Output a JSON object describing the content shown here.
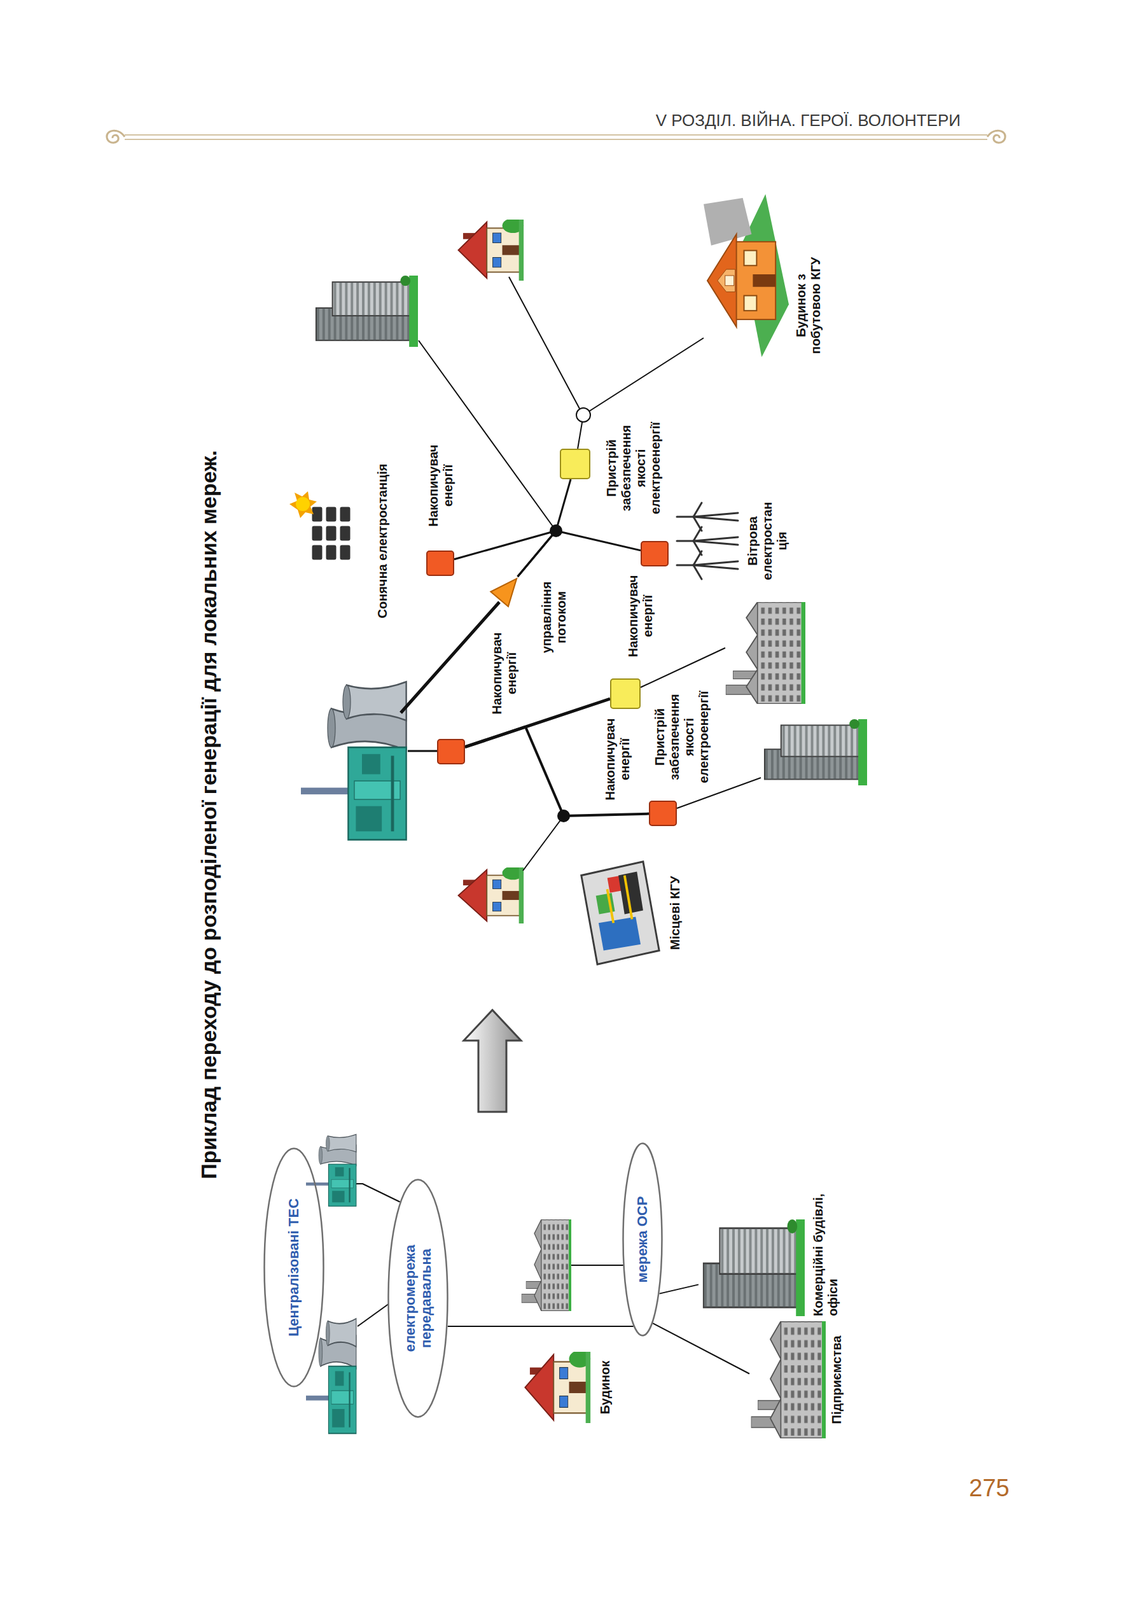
{
  "diagram": {
    "title": "Приклад переходу до розподіленої генерації для локальних мереж.",
    "nodes": [
      {
        "text": [
          "Централізовані ТЕС"
        ]
      },
      {
        "text": [
          "електромережа передавальна"
        ]
      },
      {
        "text": [
          "мережа ОСР"
        ]
      },
      {
        "text": [
          "Будинок"
        ]
      },
      {
        "text": [
          "Комерційні будівлі, офіси"
        ]
      },
      {
        "text": [
          "Підприємства"
        ]
      },
      {
        "text": [
          "Місцеві КГУ"
        ]
      },
      {
        "text": [
          "Накопичувач енергії"
        ]
      },
      {
        "text": [
          "Накопичувач енергії"
        ]
      },
      {
        "text": [
          "Пристрій забезпечення якості електроенергії"
        ]
      },
      {
        "text": [
          "управління потоком"
        ]
      },
      {
        "text": [
          "Сонячна електростанція"
        ]
      },
      {
        "text": [
          "Накопичувач енергії"
        ]
      },
      {
        "text": [
          "Накопичувач енергії"
        ]
      },
      {
        "text": [
          "Вітрова електростан ція"
        ]
      },
      {
        "text": [
          "Пристрій забезпечення якості електроенергії"
        ]
      },
      {
        "text": [
          "Будинок з побутовою КГУ"
        ]
      }
    ],
    "edges": [
      {
        "from": 0,
        "to": 1,
        "arrow": "none"
      },
      {
        "from": 1,
        "to": 2,
        "arrow": "none"
      },
      {
        "from": 2,
        "to": 4,
        "arrow": "none"
      },
      {
        "from": 2,
        "to": 5,
        "arrow": "none"
      },
      {
        "from": 7,
        "to": 9,
        "arrow": "none"
      },
      {
        "from": 7,
        "to": 8,
        "arrow": "none"
      },
      {
        "from": 10,
        "to": 12,
        "arrow": "none"
      },
      {
        "from": 10,
        "to": 15,
        "arrow": "none"
      },
      {
        "from": 10,
        "to": 13,
        "arrow": "none"
      },
      {
        "from": 15,
        "to": 16,
        "arrow": "none"
      }
    ],
    "labels": [
      "V РОЗДІЛ. ВІЙНА. ГЕРОЇ. ВОЛОНТЕРИ",
      "275"
    ]
  }
}
